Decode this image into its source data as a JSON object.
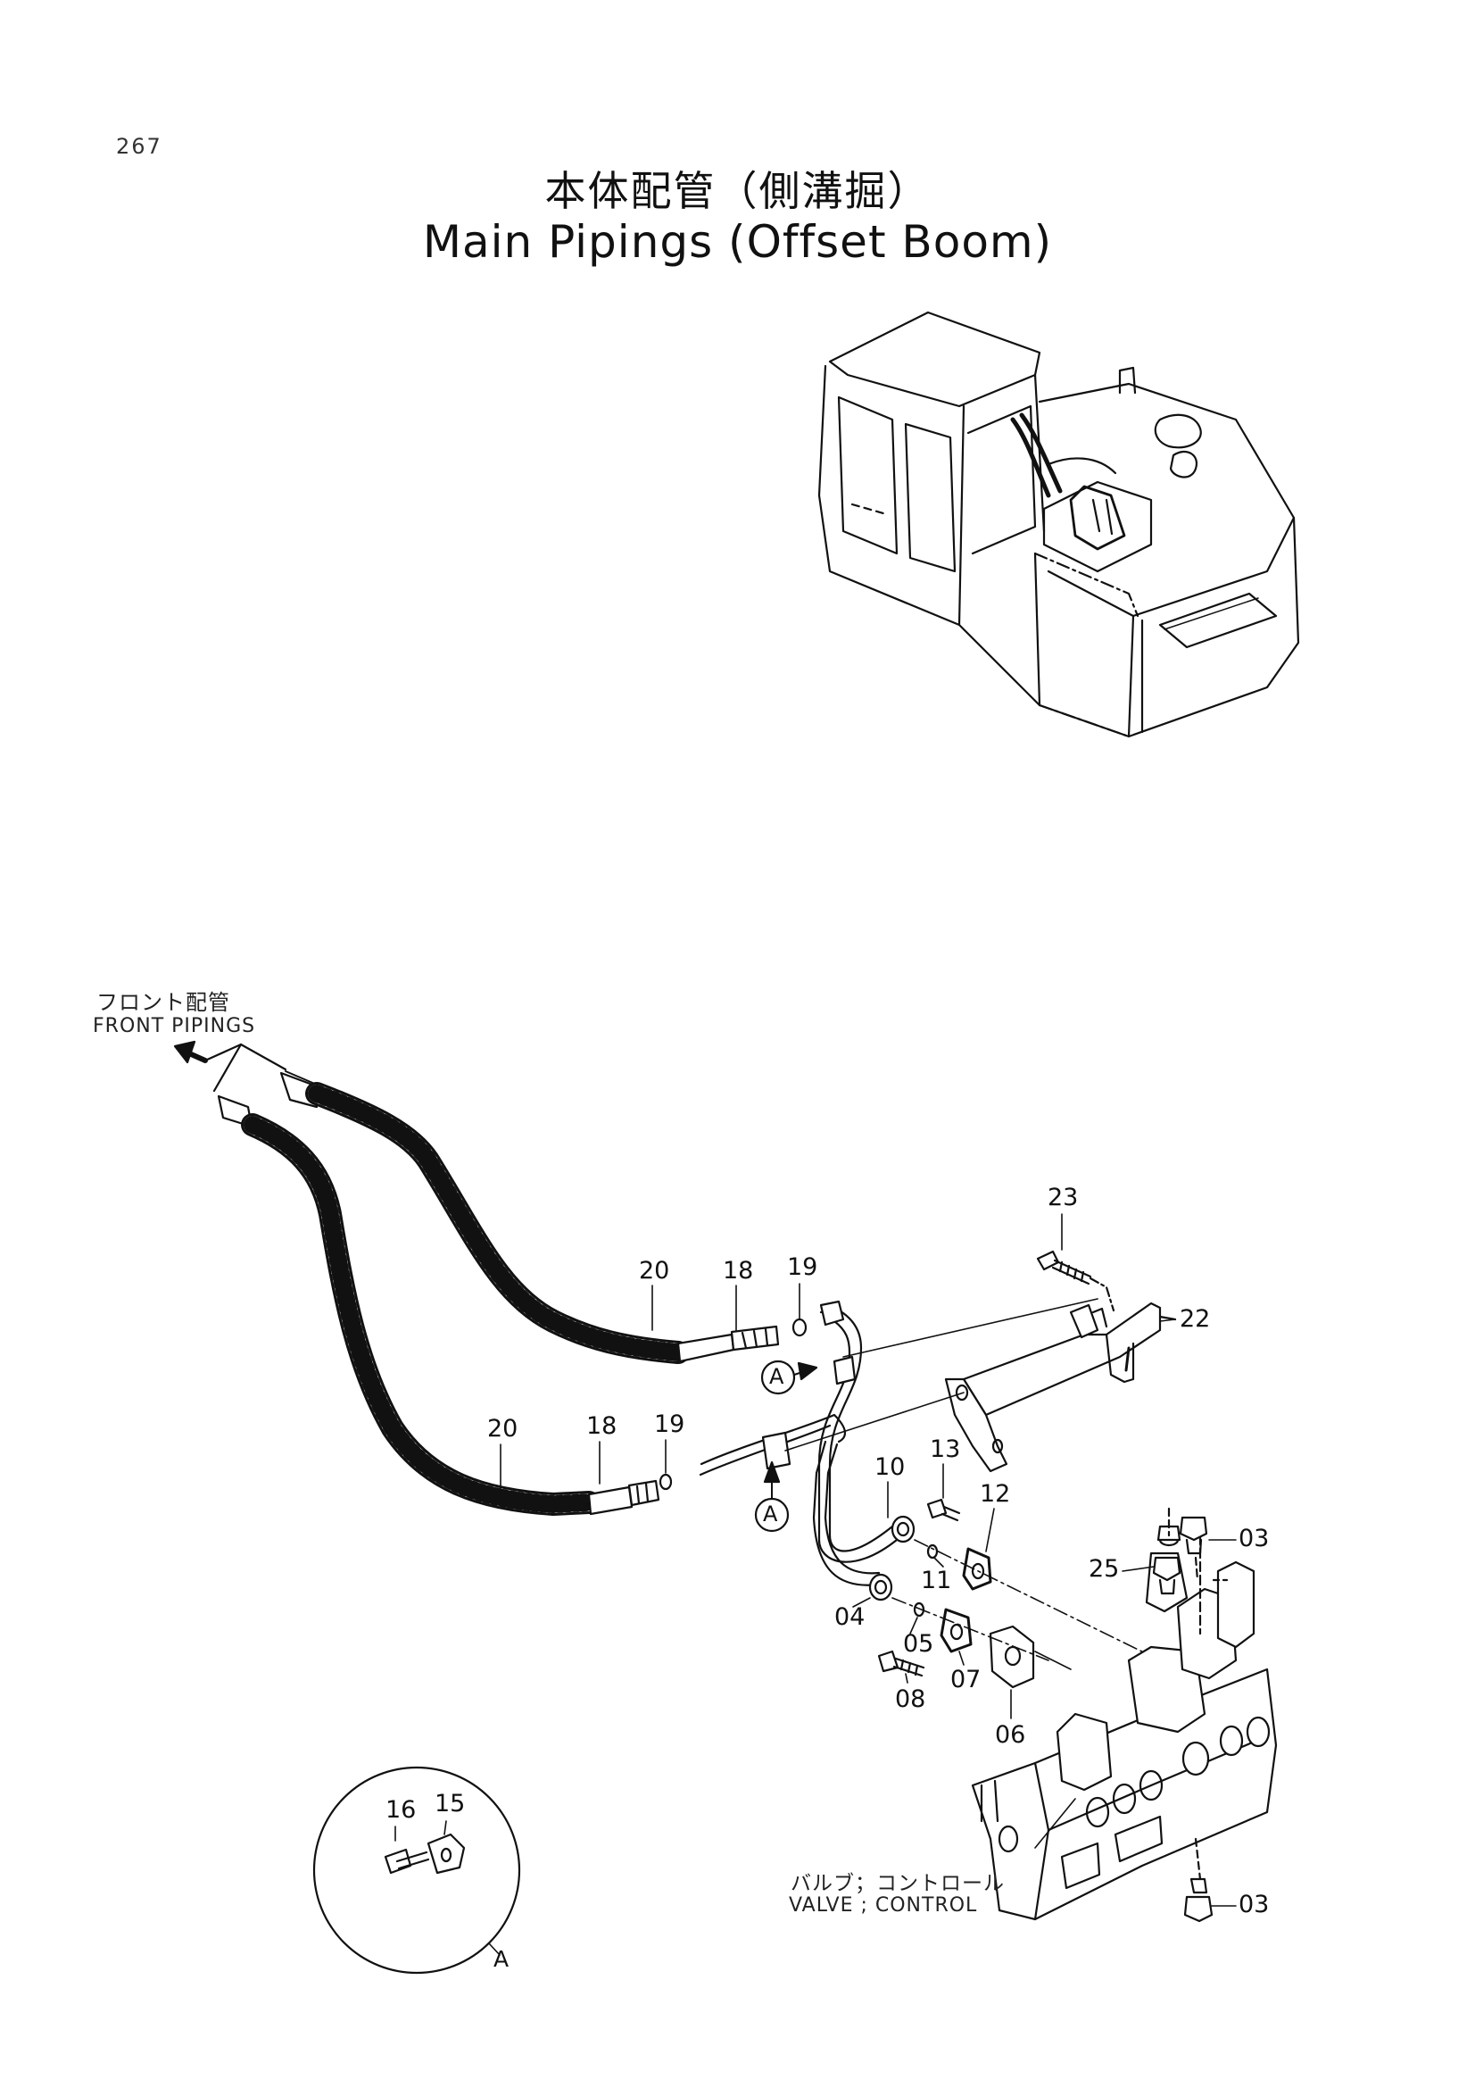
{
  "page_number": "267",
  "title_jp": "本体配管（側溝掘）",
  "title_en": "Main Pipings (Offset Boom)",
  "notes": {
    "front_pipings_jp": "フロント配管",
    "front_pipings_en": "FRONT PIPINGS",
    "valve_jp": "バルブ；コントロール",
    "valve_en": "VALVE ; CONTROL"
  },
  "detail_view": {
    "label": "A",
    "parts": [
      "16",
      "15"
    ]
  },
  "callouts": [
    "23",
    "22",
    "20",
    "18",
    "19",
    "20",
    "18",
    "19",
    "A",
    "A",
    "10",
    "13",
    "12",
    "11",
    "04",
    "05",
    "07",
    "08",
    "06",
    "03",
    "25",
    "03"
  ]
}
